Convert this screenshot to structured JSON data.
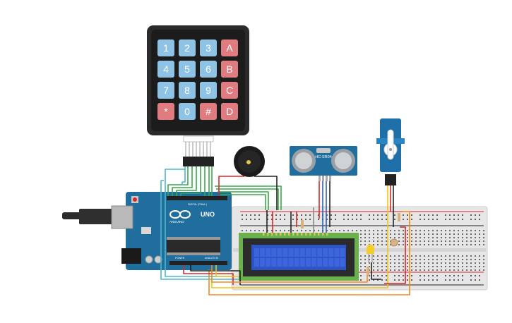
{
  "keypad": {
    "rows": [
      [
        "1",
        "2",
        "3",
        "A"
      ],
      [
        "4",
        "5",
        "6",
        "B"
      ],
      [
        "7",
        "8",
        "9",
        "C"
      ],
      [
        "*",
        "0",
        "#",
        "D"
      ]
    ],
    "colors": {
      "body": "#2b2b2b",
      "digit_key": "#8fc3e6",
      "letter_key": "#e07b7f",
      "key_text": "#ffffff"
    }
  },
  "arduino": {
    "logo_text": "UNO",
    "brand_text": "ARDUINO",
    "digital_label": "DIGITAL (PWM~)",
    "power_label": "POWER",
    "analog_label": "ANALOG IN",
    "colors": {
      "board": "#1f6e9e",
      "chip": "#2a2a2a"
    }
  },
  "ultrasonic": {
    "model": "HC-SR04",
    "colors": {
      "board": "#1f6e9e",
      "transducer": "#cfd3d6"
    }
  },
  "lcd": {
    "colors": {
      "frame": "#2b2b2b",
      "pcb": "#6ab04c",
      "screen": "#2e55c8"
    }
  },
  "wire_colors": {
    "green": "#3aa84a",
    "cyan": "#4fb6c9",
    "red": "#d6282b",
    "black": "#222222",
    "orange": "#f08a1c",
    "yellow": "#f0c419",
    "blue": "#2f5fb0",
    "gray": "#8a8a8a"
  }
}
